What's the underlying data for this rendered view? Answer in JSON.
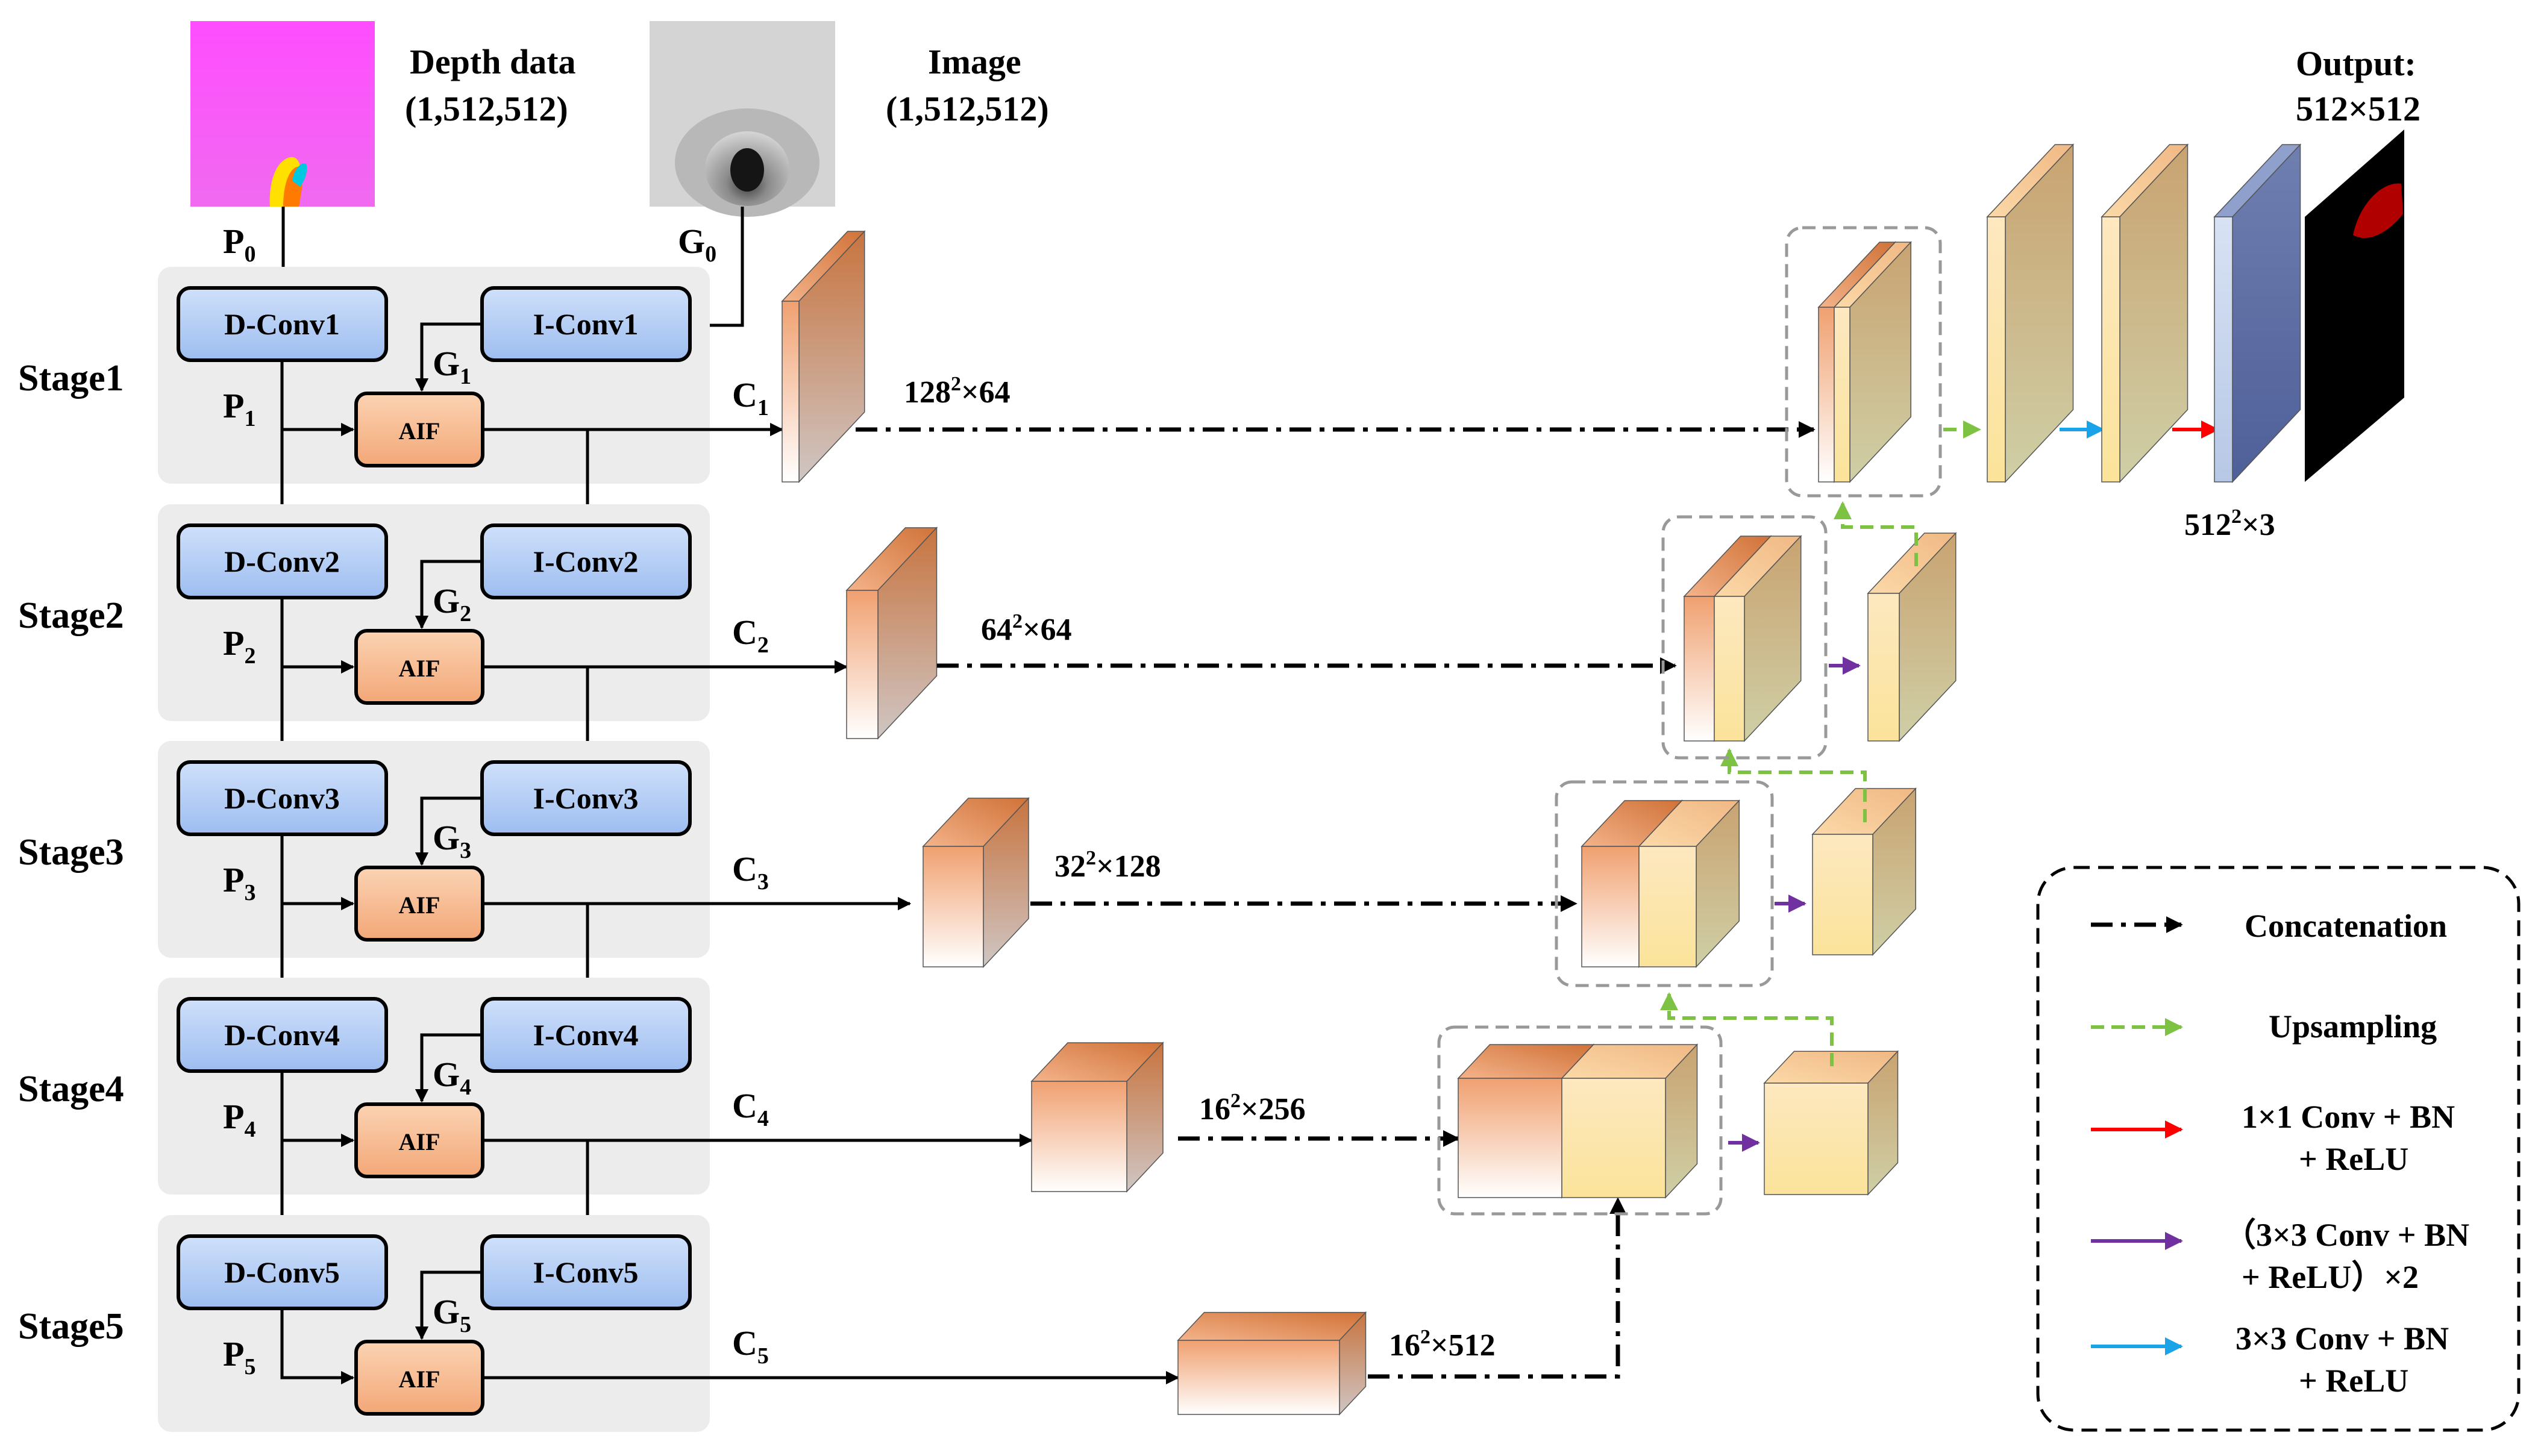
{
  "inputs": {
    "depth_title": "Depth data",
    "depth_shape": "(1,512,512)",
    "image_title": "Image",
    "image_shape": "(1,512,512)",
    "p0_main": "P",
    "p0_sub": "0",
    "g0_main": "G",
    "g0_sub": "0"
  },
  "output": {
    "title": "Output:",
    "size": "512×512",
    "final_size_main": "512",
    "final_size_sup": "2",
    "final_size_rest": "×3"
  },
  "stages": [
    {
      "label": "Stage1",
      "dconv": "D-Conv1",
      "iconv": "I-Conv1",
      "aif": "AIF",
      "p": "P",
      "p_sub": "1",
      "g": "G",
      "g_sub": "1",
      "c": "C",
      "c_sub": "1",
      "feat_base": "128",
      "feat_sup": "2",
      "feat_rest": "×64"
    },
    {
      "label": "Stage2",
      "dconv": "D-Conv2",
      "iconv": "I-Conv2",
      "aif": "AIF",
      "p": "P",
      "p_sub": "2",
      "g": "G",
      "g_sub": "2",
      "c": "C",
      "c_sub": "2",
      "feat_base": "64",
      "feat_sup": "2",
      "feat_rest": "×64"
    },
    {
      "label": "Stage3",
      "dconv": "D-Conv3",
      "iconv": "I-Conv3",
      "aif": "AIF",
      "p": "P",
      "p_sub": "3",
      "g": "G",
      "g_sub": "3",
      "c": "C",
      "c_sub": "3",
      "feat_base": "32",
      "feat_sup": "2",
      "feat_rest": "×128"
    },
    {
      "label": "Stage4",
      "dconv": "D-Conv4",
      "iconv": "I-Conv4",
      "aif": "AIF",
      "p": "P",
      "p_sub": "4",
      "g": "G",
      "g_sub": "4",
      "c": "C",
      "c_sub": "4",
      "feat_base": "16",
      "feat_sup": "2",
      "feat_rest": "×256"
    },
    {
      "label": "Stage5",
      "dconv": "D-Conv5",
      "iconv": "I-Conv5",
      "aif": "AIF",
      "p": "P",
      "p_sub": "5",
      "g": "G",
      "g_sub": "5",
      "c": "C",
      "c_sub": "5",
      "feat_base": "16",
      "feat_sup": "2",
      "feat_rest": "×512"
    }
  ],
  "legend": {
    "concat": "Concatenation",
    "upsample": "Upsampling",
    "conv1x1_line1": "1×1 Conv + BN",
    "conv1x1_line2": "+ ReLU",
    "conv3x3x2_line1": "（3×3 Conv + BN",
    "conv3x3x2_line2": "+ ReLU）×2",
    "conv3x3_line1": "3×3 Conv + BN",
    "conv3x3_line2": "+ ReLU"
  },
  "colors": {
    "conv_block": "#b3cdf3",
    "aif_block": "#f6b98c",
    "stage_bg": "#ececec",
    "upsampling": "#7dc242",
    "conv1x1": "#ff0000",
    "conv3x3x2": "#7030a0",
    "conv3x3": "#1aa3e8"
  }
}
